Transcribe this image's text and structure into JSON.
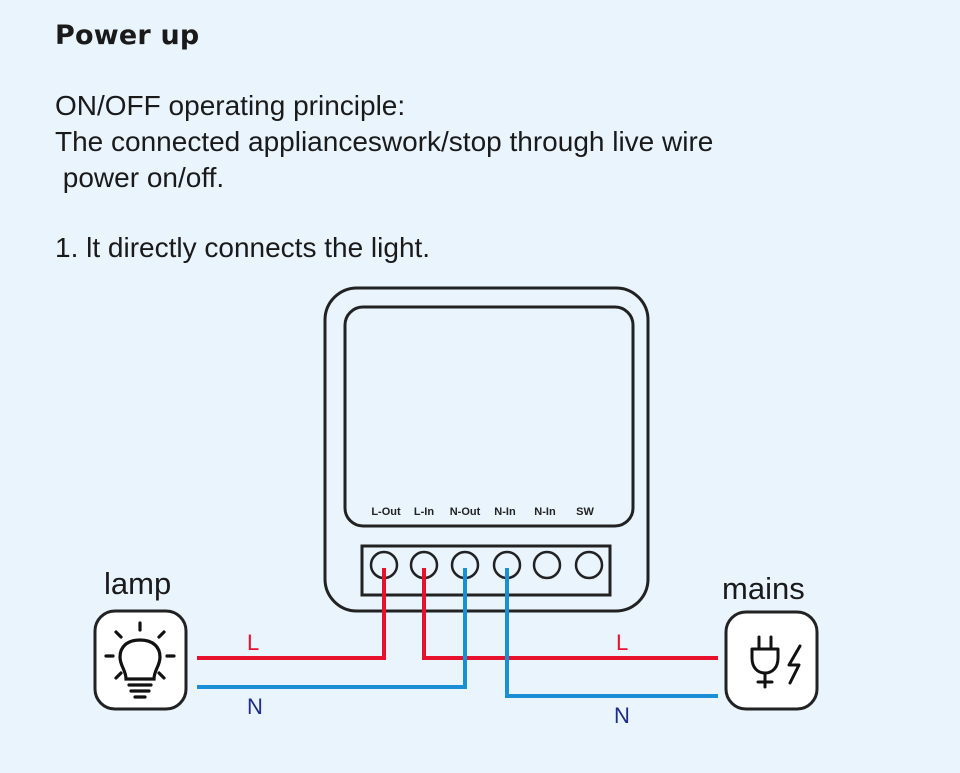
{
  "heading": "Power up",
  "principle": {
    "lines": [
      "ON/OFF operating principle:",
      "The connected applianceswork/stop through live wire",
      " power on/off."
    ]
  },
  "step": "1. lt directly connects the light.",
  "device": {
    "terminals": [
      "L-Out",
      "L-In",
      "N-Out",
      "N-In",
      "N-In",
      "SW"
    ]
  },
  "lamp": {
    "label": "lamp",
    "icon": "light-bulb-icon"
  },
  "mains": {
    "label": "mains",
    "icon": "power-plug-icon"
  },
  "wires": {
    "live_label": "L",
    "neutral_label": "N",
    "live_color": "#e8112d",
    "neutral_color": "#1b8fd6"
  },
  "colors": {
    "background": "#e9f4fd",
    "wire_label": "#e8112d",
    "neutral_label": "#1e2d8c"
  }
}
